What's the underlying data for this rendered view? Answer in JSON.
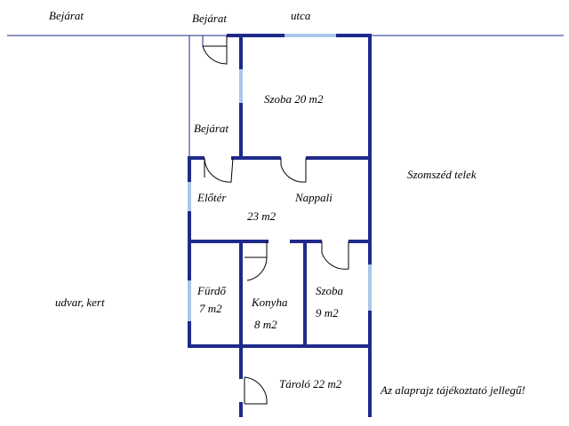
{
  "labels": {
    "entrance_left": "Bejárat",
    "entrance_top": "Bejárat",
    "street": "utca",
    "entrance_mid": "Bejárat",
    "room_big": "Szoba 20 m2",
    "neighbor": "Szomszéd telek",
    "hall": "Előtér",
    "living": "Nappali",
    "hall_living_area": "23 m2",
    "yard": "udvar, kert",
    "bath_name": "Fürdő",
    "bath_area": "7 m2",
    "kitchen_name": "Konyha",
    "kitchen_area": "8 m2",
    "room_small_name": "Szoba",
    "room_small_area": "9 m2",
    "storage": "Tároló 22 m2",
    "note": "Az alaprajz tájékoztató jellegű!"
  },
  "colors": {
    "wall": "#1f2a8a",
    "window": "#a9c8e8",
    "street_line": "#1f2a8a",
    "door": "#000000",
    "text": "#000000"
  }
}
